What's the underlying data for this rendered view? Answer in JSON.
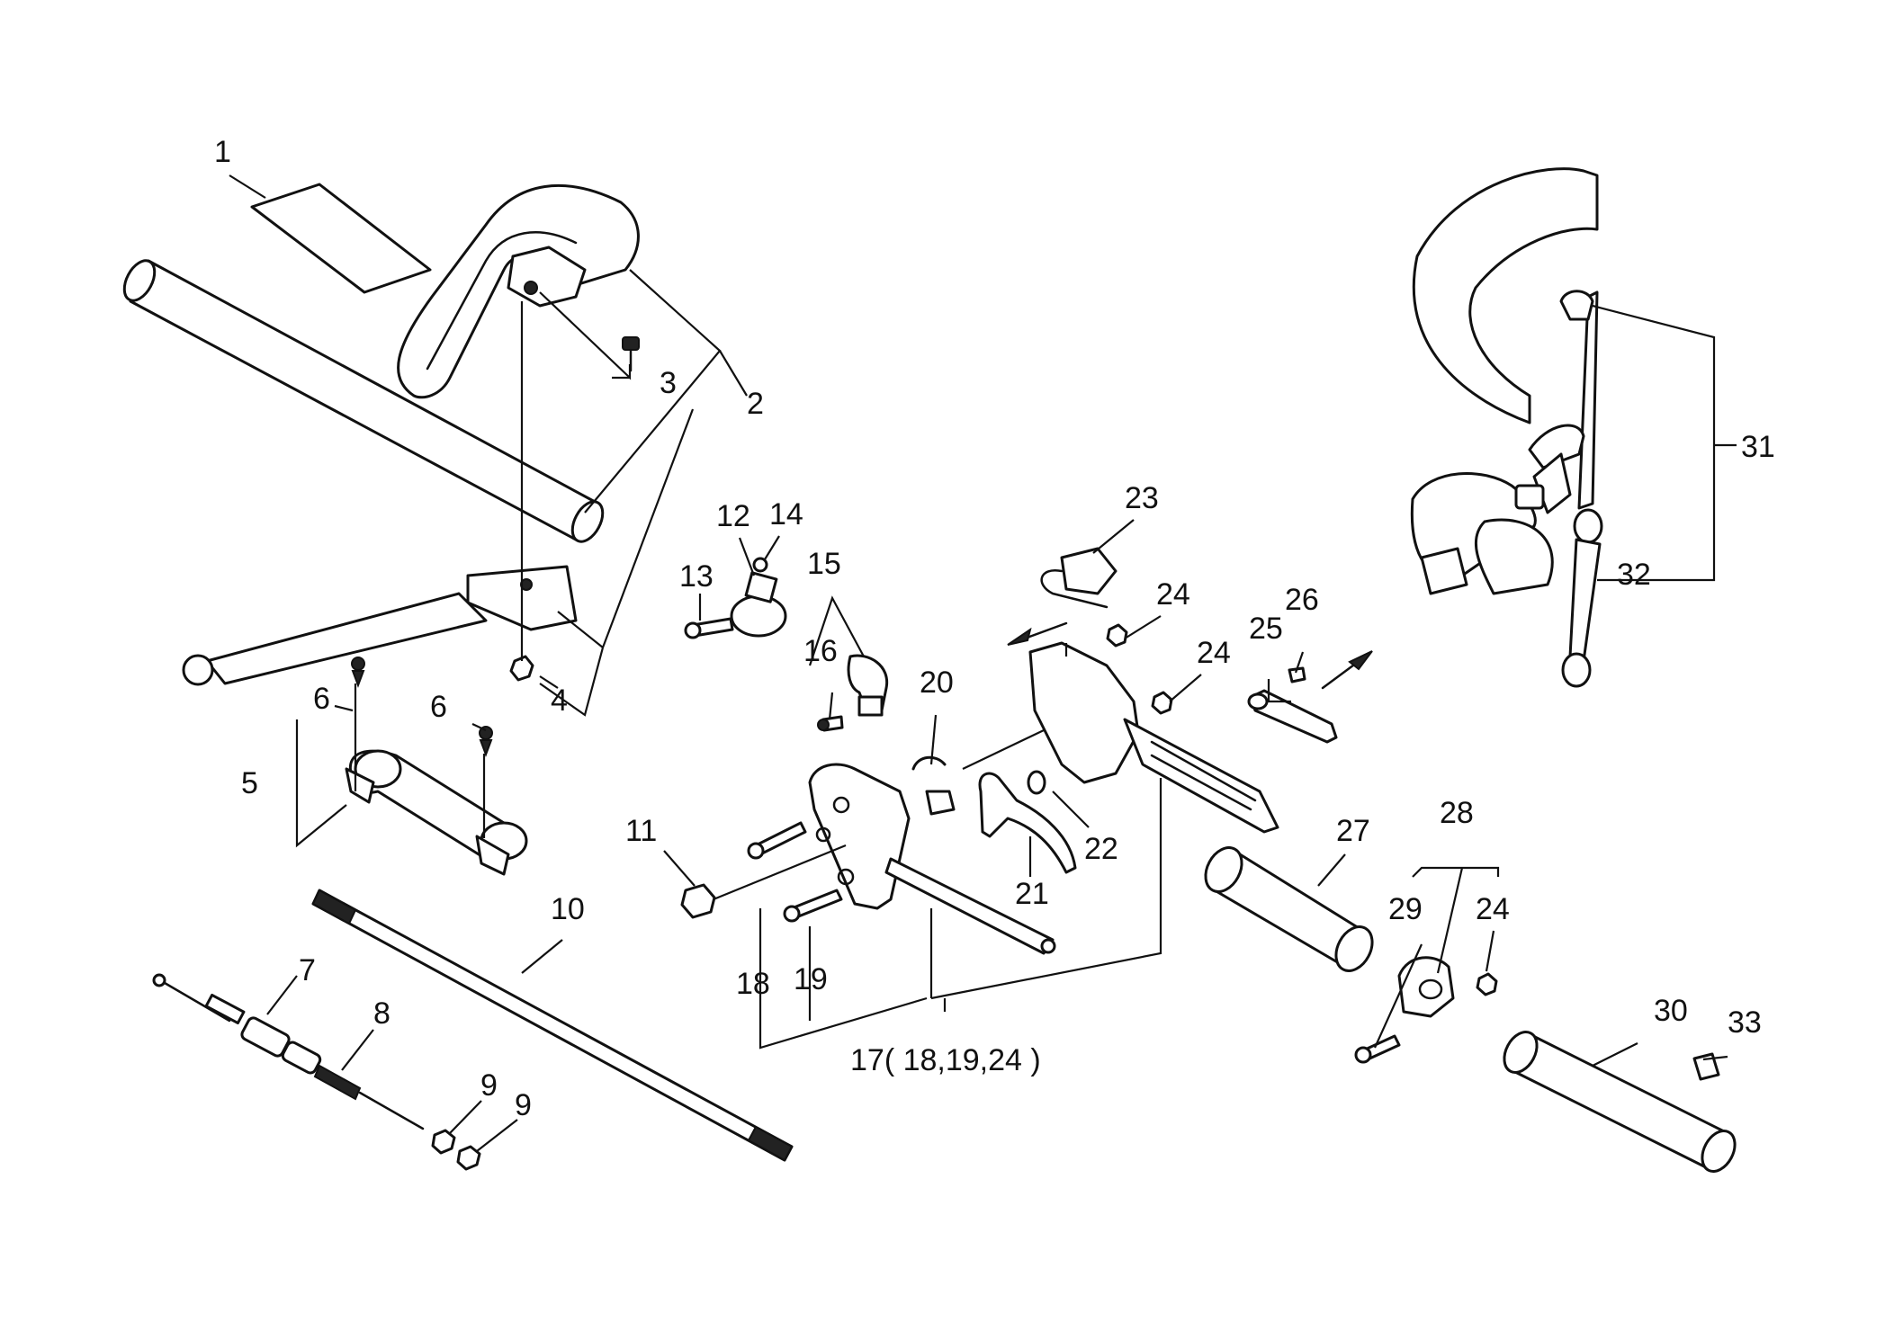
{
  "callouts": {
    "c1": "1",
    "c2": "2",
    "c3": "3",
    "c4": "4",
    "c5": "5",
    "c6a": "6",
    "c6b": "6",
    "c7": "7",
    "c8": "8",
    "c9a": "9",
    "c9b": "9",
    "c10": "10",
    "c11": "11",
    "c12": "12",
    "c13": "13",
    "c14": "14",
    "c15": "15",
    "c16": "16",
    "c17": "17( 18,19,24 )",
    "c18": "18",
    "c19": "19",
    "c20": "20",
    "c21": "21",
    "c22": "22",
    "c23": "23",
    "c24a": "24",
    "c24b": "24",
    "c24c": "24",
    "c25": "25",
    "c26": "26",
    "c27": "27",
    "c28": "28",
    "c29": "29",
    "c30": "30",
    "c31": "31",
    "c32": "32",
    "c33": "33"
  },
  "colors": {
    "line": "#111111",
    "background": "#ffffff"
  }
}
